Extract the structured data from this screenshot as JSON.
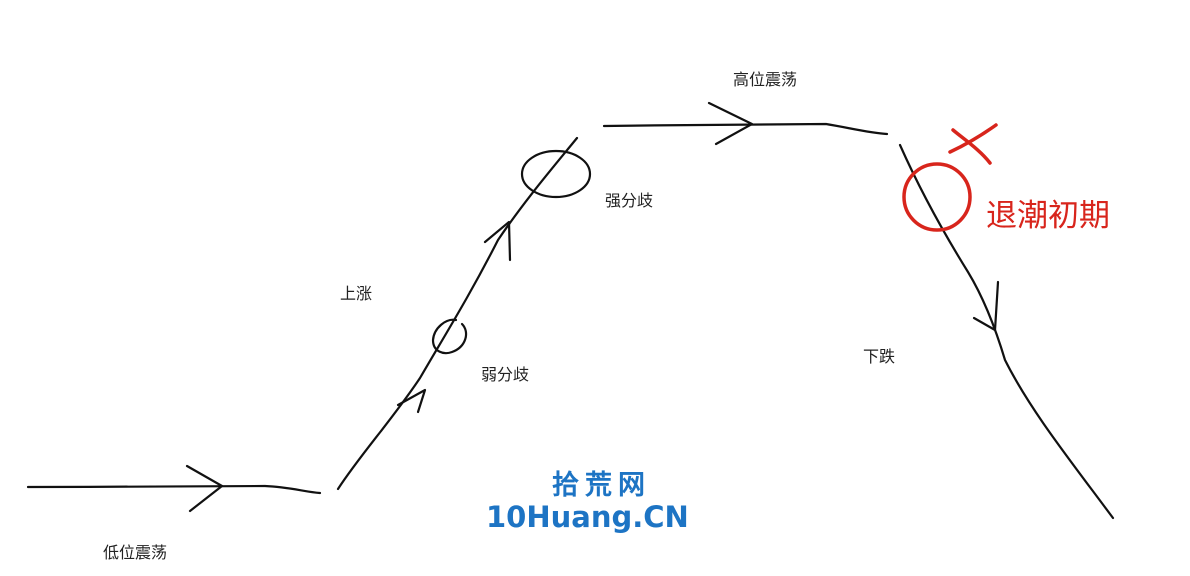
{
  "labels": {
    "low_oscillation": "低位震荡",
    "rise": "上涨",
    "weak_divergence": "弱分歧",
    "strong_divergence": "强分歧",
    "high_oscillation": "高位震荡",
    "decline": "下跌",
    "early_ebb": "退潮初期"
  },
  "watermark": {
    "chinese": "拾荒网",
    "logo_text": "10Huang.CN"
  },
  "colors": {
    "line": "#111111",
    "highlight": "#d8251c",
    "watermark": "#1d74c4"
  }
}
